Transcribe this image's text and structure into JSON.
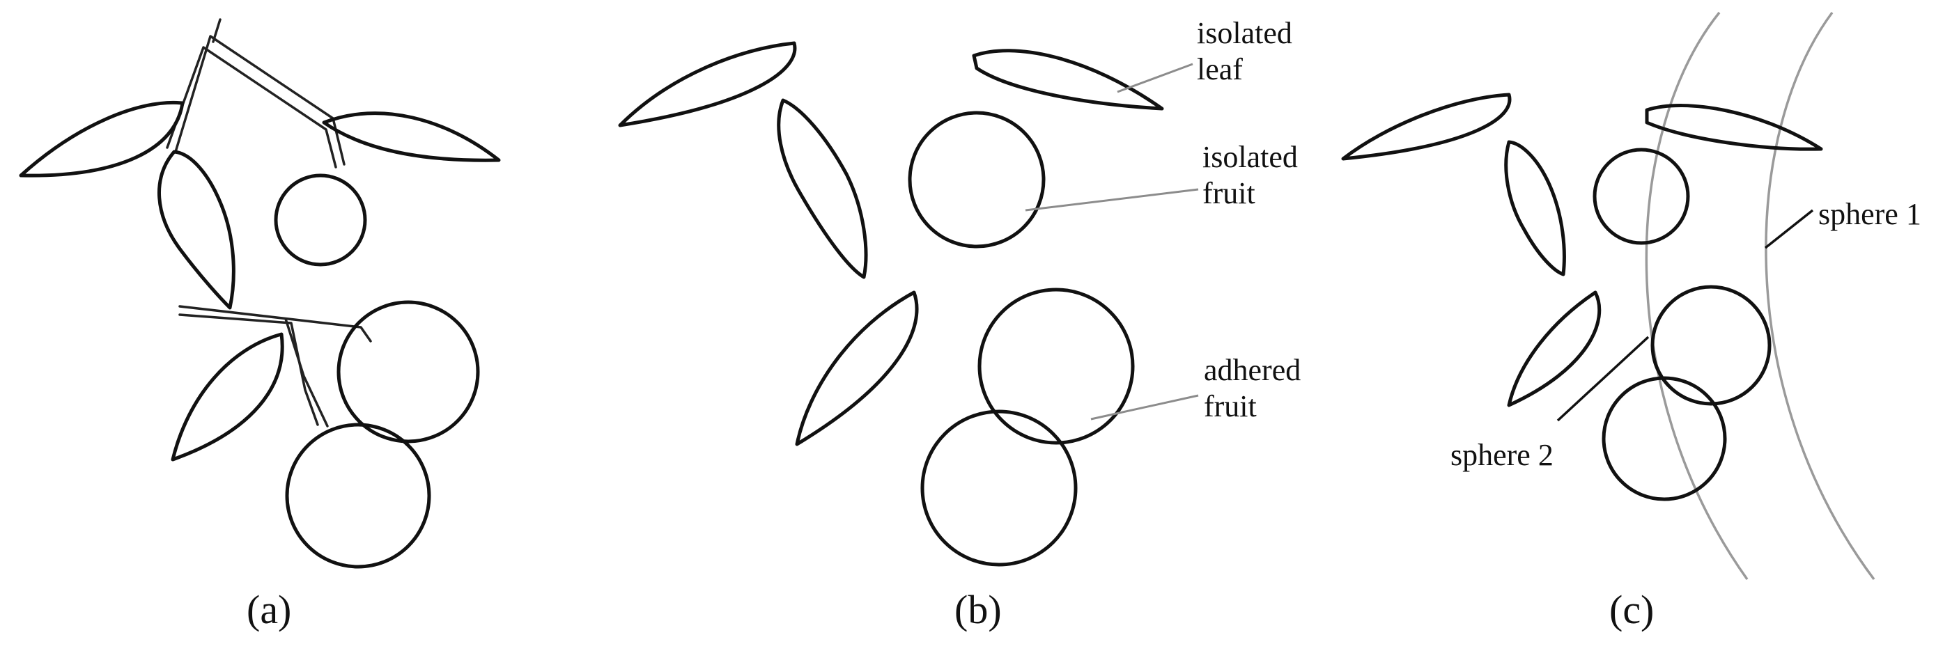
{
  "panels": [
    {
      "caption": "(a)"
    },
    {
      "caption": "(b)",
      "labels": {
        "isolated_leaf": [
          "isolated",
          "leaf"
        ],
        "isolated_fruit": [
          "isolated",
          "fruit"
        ],
        "adhered_fruit": [
          "adhered",
          "fruit"
        ]
      }
    },
    {
      "caption": "(c)",
      "labels": {
        "sphere_1": "sphere 1",
        "sphere_2": "sphere 2"
      }
    }
  ],
  "colors": {
    "outline": "#111111",
    "sphere_shell": "#9a9a9a",
    "leader_line": "#8c8c8c"
  }
}
